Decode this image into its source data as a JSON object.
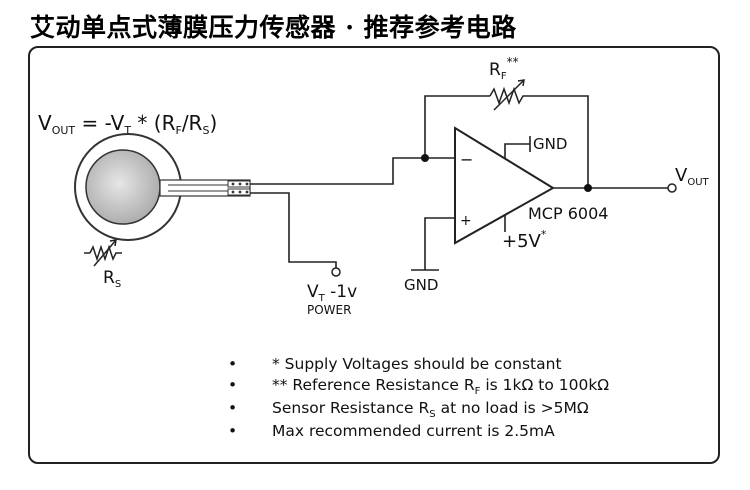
{
  "title": "艾动单点式薄膜压力传感器 · 推荐参考电路",
  "formula": {
    "prefix": "V",
    "sub_out": "OUT",
    "eq": " = -V",
    "sub_t": "T",
    "mid": " * (R",
    "sub_f": "F",
    "slash": "/R",
    "sub_s": "S",
    "close": ")"
  },
  "rf": {
    "main": "R",
    "sub": "F",
    "sup": "**"
  },
  "rs": {
    "main": "R",
    "sub": "S"
  },
  "gnd_top": "GND",
  "gnd_bottom": "GND",
  "opamp": {
    "minus": "−",
    "plus": "+",
    "name": "MCP 6004",
    "supply": "+5V",
    "supply_sup": "*"
  },
  "vout": {
    "main": "V",
    "sub": "OUT"
  },
  "vt": {
    "main": "V",
    "sub": "T",
    "value": " -1v",
    "power": "POWER"
  },
  "notes": [
    {
      "bullet": "•",
      "text": "* Supply Voltages should be constant"
    },
    {
      "bullet": "•",
      "pre": "** Reference Resistance R",
      "sub": "F",
      "post": " is 1kΩ to 100kΩ"
    },
    {
      "bullet": "•",
      "pre": "Sensor Resistance R",
      "sub": "S",
      "post": " at no load is >5MΩ"
    },
    {
      "bullet": "•",
      "text": "Max recommended current is 2.5mA"
    }
  ]
}
